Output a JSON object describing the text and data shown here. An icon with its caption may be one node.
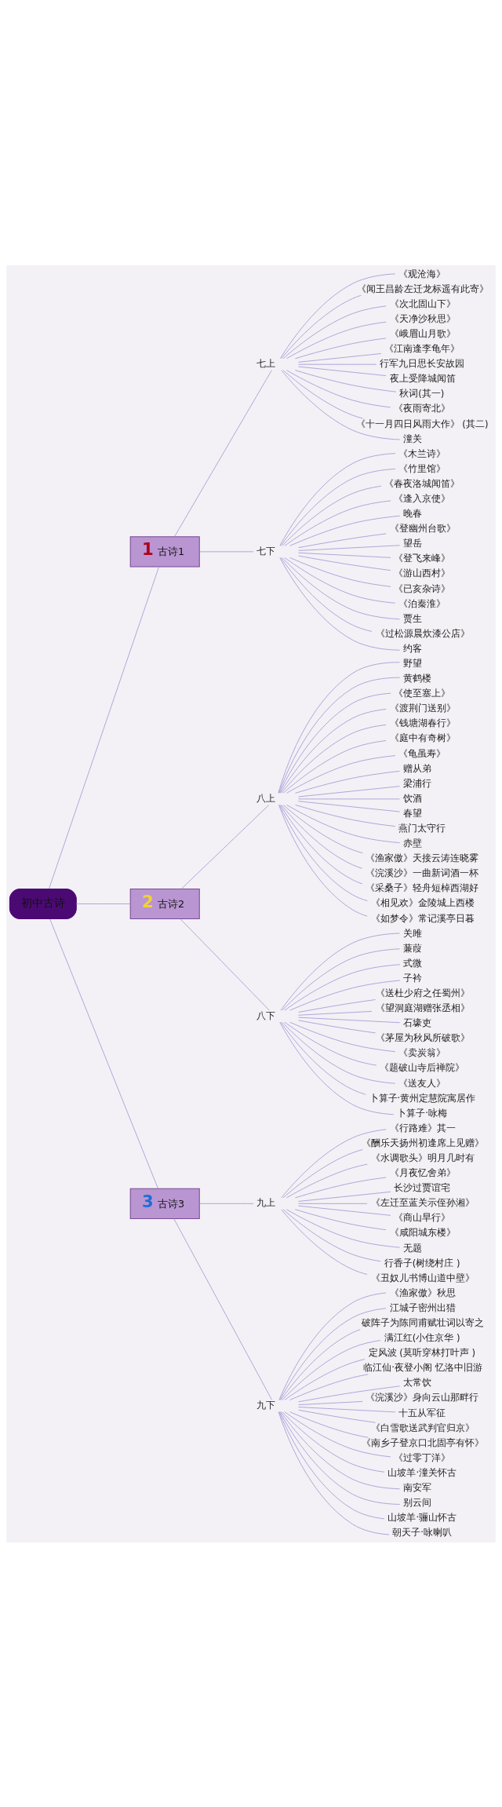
{
  "diagram": {
    "nodes": [
      {
        "text": [
          "初中古诗"
        ]
      },
      {
        "text": [
          "1",
          "古诗1"
        ]
      },
      {
        "text": [
          "七上"
        ]
      },
      {
        "text": [
          "《观沧海》"
        ]
      },
      {
        "text": [
          "《闻王昌龄左迁龙标遥有此寄》"
        ]
      },
      {
        "text": [
          "《次北固山下》"
        ]
      },
      {
        "text": [
          "《天净沙秋思》"
        ]
      },
      {
        "text": [
          "《峨眉山月歌》"
        ]
      },
      {
        "text": [
          "《江南逢李龟年》"
        ]
      },
      {
        "text": [
          "行军九日思长安故园"
        ]
      },
      {
        "text": [
          "夜上受降城闻笛"
        ]
      },
      {
        "text": [
          "秋词(其一)"
        ]
      },
      {
        "text": [
          "《夜雨寄北》"
        ]
      },
      {
        "text": [
          "《十一月四日风雨大作》 (其二)"
        ]
      },
      {
        "text": [
          "潼关"
        ]
      },
      {
        "text": [
          "七下"
        ]
      },
      {
        "text": [
          "《木兰诗》"
        ]
      },
      {
        "text": [
          "《竹里馆》"
        ]
      },
      {
        "text": [
          "《春夜洛城闻笛》"
        ]
      },
      {
        "text": [
          "《逢入京使》"
        ]
      },
      {
        "text": [
          "晚春"
        ]
      },
      {
        "text": [
          "《登幽州台歌》"
        ]
      },
      {
        "text": [
          "望岳"
        ]
      },
      {
        "text": [
          "《登飞来峰》"
        ]
      },
      {
        "text": [
          "《游山西村》"
        ]
      },
      {
        "text": [
          "《已亥杂诗》"
        ]
      },
      {
        "text": [
          "《泊秦淮》"
        ]
      },
      {
        "text": [
          "贾生"
        ]
      },
      {
        "text": [
          "《过松源晨炊漆公店》"
        ]
      },
      {
        "text": [
          "约客"
        ]
      },
      {
        "text": [
          "2",
          "古诗2"
        ]
      },
      {
        "text": [
          "八上"
        ]
      },
      {
        "text": [
          "野望"
        ]
      },
      {
        "text": [
          "黄鹤楼"
        ]
      },
      {
        "text": [
          "《使至塞上》"
        ]
      },
      {
        "text": [
          "《渡荆门送别》"
        ]
      },
      {
        "text": [
          "《钱塘湖春行》"
        ]
      },
      {
        "text": [
          "《庭中有奇树》"
        ]
      },
      {
        "text": [
          "《龟虽寿》"
        ]
      },
      {
        "text": [
          "赠从弟"
        ]
      },
      {
        "text": [
          "梁浦行"
        ]
      },
      {
        "text": [
          "饮酒"
        ]
      },
      {
        "text": [
          "春望"
        ]
      },
      {
        "text": [
          "燕门太守行"
        ]
      },
      {
        "text": [
          "赤壁"
        ]
      },
      {
        "text": [
          "《渔家傲》天接云涛连晓雾"
        ]
      },
      {
        "text": [
          "《浣溪沙》一曲新词酒一杯"
        ]
      },
      {
        "text": [
          "《采桑子》轻舟短棹西湖好"
        ]
      },
      {
        "text": [
          "《相见欢》金陵城上西楼"
        ]
      },
      {
        "text": [
          "《如梦令》常记溪亭日暮"
        ]
      },
      {
        "text": [
          "八下"
        ]
      },
      {
        "text": [
          "关雎"
        ]
      },
      {
        "text": [
          "蒹葭"
        ]
      },
      {
        "text": [
          "式微"
        ]
      },
      {
        "text": [
          "子衿"
        ]
      },
      {
        "text": [
          "《送杜少府之任蜀州》"
        ]
      },
      {
        "text": [
          "《望洞庭湖赠张丞相》"
        ]
      },
      {
        "text": [
          "石壕吏"
        ]
      },
      {
        "text": [
          "《茅屋为秋风所破歌》"
        ]
      },
      {
        "text": [
          "《卖炭翁》"
        ]
      },
      {
        "text": [
          "《题破山寺后禅院》"
        ]
      },
      {
        "text": [
          "《送友人》"
        ]
      },
      {
        "text": [
          "卜算子·黄州定慧院寓居作"
        ]
      },
      {
        "text": [
          "卜算子·咏梅"
        ]
      },
      {
        "text": [
          "3",
          "古诗3"
        ]
      },
      {
        "text": [
          "九上"
        ]
      },
      {
        "text": [
          "《行路难》其一"
        ]
      },
      {
        "text": [
          "《酬乐天扬州初逢席上见赠》"
        ]
      },
      {
        "text": [
          "《水调歌头》明月几时有"
        ]
      },
      {
        "text": [
          "《月夜忆舍弟》"
        ]
      },
      {
        "text": [
          "长沙过贾谊宅"
        ]
      },
      {
        "text": [
          "《左迁至蓝关示侄孙湘》"
        ]
      },
      {
        "text": [
          "《商山早行》"
        ]
      },
      {
        "text": [
          "《咸阳城东楼》"
        ]
      },
      {
        "text": [
          "无题"
        ]
      },
      {
        "text": [
          "行香子(树绕村庄 )"
        ]
      },
      {
        "text": [
          "《丑奴儿书博山道中壁》"
        ]
      },
      {
        "text": [
          "九下"
        ]
      },
      {
        "text": [
          "《渔家傲》秋思"
        ]
      },
      {
        "text": [
          "江城子密州出猎"
        ]
      },
      {
        "text": [
          "破阵子为陈同甫赋壮词以寄之"
        ]
      },
      {
        "text": [
          "满江红(小住京华 )"
        ]
      },
      {
        "text": [
          "定风波 (莫听穿林打叶声 )"
        ]
      },
      {
        "text": [
          "临江仙·夜登小阁 忆洛中旧游"
        ]
      },
      {
        "text": [
          "太常饮"
        ]
      },
      {
        "text": [
          "《浣溪沙》身向云山那畔行"
        ]
      },
      {
        "text": [
          "十五从军征"
        ]
      },
      {
        "text": [
          "《白雪歌送武判官归京》"
        ]
      },
      {
        "text": [
          "《南乡子登京口北固亭有怀》"
        ]
      },
      {
        "text": [
          "《过零丁洋》"
        ]
      },
      {
        "text": [
          "山坡羊·潼关怀古"
        ]
      },
      {
        "text": [
          "南安军"
        ]
      },
      {
        "text": [
          "别云间"
        ]
      },
      {
        "text": [
          "山坡羊·骊山怀古"
        ]
      },
      {
        "text": [
          "朝天子·咏喇叭"
        ]
      }
    ],
    "edges": [
      {
        "from": 0,
        "to": 1,
        "arrow": "none"
      },
      {
        "from": 1,
        "to": 2,
        "arrow": "none"
      },
      {
        "from": 2,
        "to": 3,
        "arrow": "none"
      },
      {
        "from": 2,
        "to": 4,
        "arrow": "none"
      },
      {
        "from": 2,
        "to": 5,
        "arrow": "none"
      },
      {
        "from": 2,
        "to": 6,
        "arrow": "none"
      },
      {
        "from": 2,
        "to": 7,
        "arrow": "none"
      },
      {
        "from": 2,
        "to": 8,
        "arrow": "none"
      },
      {
        "from": 2,
        "to": 9,
        "arrow": "none"
      },
      {
        "from": 2,
        "to": 10,
        "arrow": "none"
      },
      {
        "from": 2,
        "to": 11,
        "arrow": "none"
      },
      {
        "from": 2,
        "to": 12,
        "arrow": "none"
      },
      {
        "from": 2,
        "to": 13,
        "arrow": "none"
      },
      {
        "from": 2,
        "to": 14,
        "arrow": "none"
      },
      {
        "from": 1,
        "to": 15,
        "arrow": "none"
      },
      {
        "from": 15,
        "to": 16,
        "arrow": "none"
      },
      {
        "from": 15,
        "to": 17,
        "arrow": "none"
      },
      {
        "from": 15,
        "to": 18,
        "arrow": "none"
      },
      {
        "from": 15,
        "to": 19,
        "arrow": "none"
      },
      {
        "from": 15,
        "to": 20,
        "arrow": "none"
      },
      {
        "from": 15,
        "to": 21,
        "arrow": "none"
      },
      {
        "from": 15,
        "to": 22,
        "arrow": "none"
      },
      {
        "from": 15,
        "to": 23,
        "arrow": "none"
      },
      {
        "from": 15,
        "to": 24,
        "arrow": "none"
      },
      {
        "from": 15,
        "to": 25,
        "arrow": "none"
      },
      {
        "from": 15,
        "to": 26,
        "arrow": "none"
      },
      {
        "from": 15,
        "to": 27,
        "arrow": "none"
      },
      {
        "from": 15,
        "to": 28,
        "arrow": "none"
      },
      {
        "from": 15,
        "to": 29,
        "arrow": "none"
      },
      {
        "from": 0,
        "to": 30,
        "arrow": "none"
      },
      {
        "from": 30,
        "to": 31,
        "arrow": "none"
      },
      {
        "from": 31,
        "to": 32,
        "arrow": "none"
      },
      {
        "from": 31,
        "to": 33,
        "arrow": "none"
      },
      {
        "from": 31,
        "to": 34,
        "arrow": "none"
      },
      {
        "from": 31,
        "to": 35,
        "arrow": "none"
      },
      {
        "from": 31,
        "to": 36,
        "arrow": "none"
      },
      {
        "from": 31,
        "to": 37,
        "arrow": "none"
      },
      {
        "from": 31,
        "to": 38,
        "arrow": "none"
      },
      {
        "from": 31,
        "to": 39,
        "arrow": "none"
      },
      {
        "from": 31,
        "to": 40,
        "arrow": "none"
      },
      {
        "from": 31,
        "to": 41,
        "arrow": "none"
      },
      {
        "from": 31,
        "to": 42,
        "arrow": "none"
      },
      {
        "from": 31,
        "to": 43,
        "arrow": "none"
      },
      {
        "from": 31,
        "to": 44,
        "arrow": "none"
      },
      {
        "from": 31,
        "to": 45,
        "arrow": "none"
      },
      {
        "from": 31,
        "to": 46,
        "arrow": "none"
      },
      {
        "from": 31,
        "to": 47,
        "arrow": "none"
      },
      {
        "from": 31,
        "to": 48,
        "arrow": "none"
      },
      {
        "from": 31,
        "to": 49,
        "arrow": "none"
      },
      {
        "from": 30,
        "to": 50,
        "arrow": "none"
      },
      {
        "from": 50,
        "to": 51,
        "arrow": "none"
      },
      {
        "from": 50,
        "to": 52,
        "arrow": "none"
      },
      {
        "from": 50,
        "to": 53,
        "arrow": "none"
      },
      {
        "from": 50,
        "to": 54,
        "arrow": "none"
      },
      {
        "from": 50,
        "to": 55,
        "arrow": "none"
      },
      {
        "from": 50,
        "to": 56,
        "arrow": "none"
      },
      {
        "from": 50,
        "to": 57,
        "arrow": "none"
      },
      {
        "from": 50,
        "to": 58,
        "arrow": "none"
      },
      {
        "from": 50,
        "to": 59,
        "arrow": "none"
      },
      {
        "from": 50,
        "to": 60,
        "arrow": "none"
      },
      {
        "from": 50,
        "to": 61,
        "arrow": "none"
      },
      {
        "from": 50,
        "to": 62,
        "arrow": "none"
      },
      {
        "from": 50,
        "to": 63,
        "arrow": "none"
      },
      {
        "from": 0,
        "to": 64,
        "arrow": "none"
      },
      {
        "from": 64,
        "to": 65,
        "arrow": "none"
      },
      {
        "from": 65,
        "to": 66,
        "arrow": "none"
      },
      {
        "from": 65,
        "to": 67,
        "arrow": "none"
      },
      {
        "from": 65,
        "to": 68,
        "arrow": "none"
      },
      {
        "from": 65,
        "to": 69,
        "arrow": "none"
      },
      {
        "from": 65,
        "to": 70,
        "arrow": "none"
      },
      {
        "from": 65,
        "to": 71,
        "arrow": "none"
      },
      {
        "from": 65,
        "to": 72,
        "arrow": "none"
      },
      {
        "from": 65,
        "to": 73,
        "arrow": "none"
      },
      {
        "from": 65,
        "to": 74,
        "arrow": "none"
      },
      {
        "from": 65,
        "to": 75,
        "arrow": "none"
      },
      {
        "from": 65,
        "to": 76,
        "arrow": "none"
      },
      {
        "from": 64,
        "to": 77,
        "arrow": "none"
      },
      {
        "from": 77,
        "to": 78,
        "arrow": "none"
      },
      {
        "from": 77,
        "to": 79,
        "arrow": "none"
      },
      {
        "from": 77,
        "to": 80,
        "arrow": "none"
      },
      {
        "from": 77,
        "to": 81,
        "arrow": "none"
      },
      {
        "from": 77,
        "to": 82,
        "arrow": "none"
      },
      {
        "from": 77,
        "to": 83,
        "arrow": "none"
      },
      {
        "from": 77,
        "to": 84,
        "arrow": "none"
      },
      {
        "from": 77,
        "to": 85,
        "arrow": "none"
      },
      {
        "from": 77,
        "to": 86,
        "arrow": "none"
      },
      {
        "from": 77,
        "to": 87,
        "arrow": "none"
      },
      {
        "from": 77,
        "to": 88,
        "arrow": "none"
      },
      {
        "from": 77,
        "to": 89,
        "arrow": "none"
      },
      {
        "from": 77,
        "to": 90,
        "arrow": "none"
      },
      {
        "from": 77,
        "to": 91,
        "arrow": "none"
      },
      {
        "from": 77,
        "to": 92,
        "arrow": "none"
      },
      {
        "from": 77,
        "to": 93,
        "arrow": "none"
      },
      {
        "from": 77,
        "to": 94,
        "arrow": "none"
      }
    ]
  }
}
